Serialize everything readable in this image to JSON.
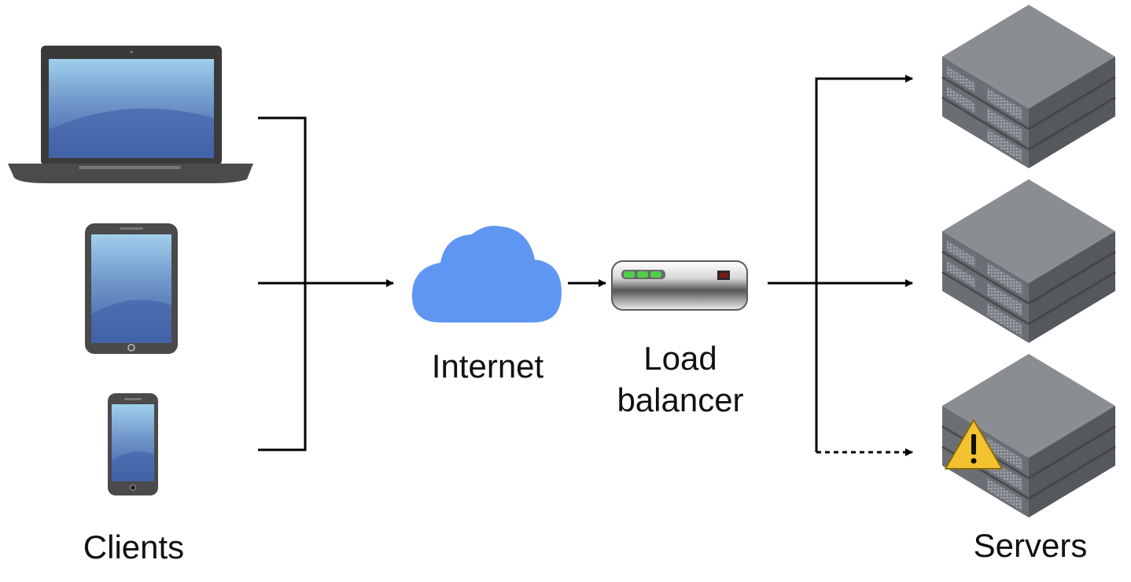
{
  "labels": {
    "clients": "Clients",
    "internet": "Internet",
    "load_balancer_line1": "Load",
    "load_balancer_line2": "balancer",
    "servers": "Servers"
  },
  "colors": {
    "cloud": "#5f96f2",
    "screen_top": "#8fc4e6",
    "screen_bottom": "#3f5fa6",
    "device_body": "#4a4a4a",
    "server_top": "#8a8d92",
    "server_front": "#6b6e73",
    "server_side": "#55585d",
    "warning": "#f2c230",
    "led": "#4fd04a",
    "line": "#000000"
  },
  "icons": [
    "laptop-icon",
    "tablet-icon",
    "smartphone-icon",
    "cloud-icon",
    "load-balancer-icon",
    "server-stack-icon",
    "warning-icon"
  ],
  "connections": {
    "clients_to_internet": "solid",
    "internet_to_load_balancer": "solid",
    "load_balancer_to_server_1": "solid",
    "load_balancer_to_server_2": "solid",
    "load_balancer_to_server_3": "dashed"
  }
}
